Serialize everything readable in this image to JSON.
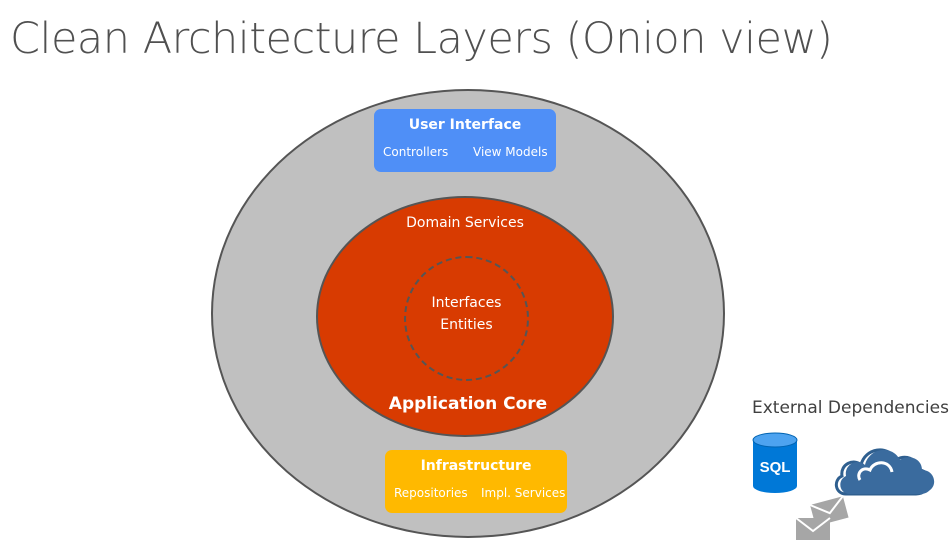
{
  "title": "Clean Architecture Layers (Onion view)",
  "user_interface": {
    "title": "User Interface",
    "items": [
      "Controllers",
      "View Models"
    ],
    "color": "#4f8ff7"
  },
  "core": {
    "domain_services": "Domain Services",
    "inner": [
      "Interfaces",
      "Entities"
    ],
    "label": "Application Core",
    "color": "#d83b01"
  },
  "infrastructure": {
    "title": "Infrastructure",
    "items": [
      "Repositories",
      "Impl. Services"
    ],
    "color": "#ffb900"
  },
  "external": {
    "label": "External Dependencies",
    "icons": [
      {
        "name": "sql-database-icon",
        "text": "SQL"
      },
      {
        "name": "cloud-icon"
      },
      {
        "name": "mail-icon"
      }
    ]
  }
}
